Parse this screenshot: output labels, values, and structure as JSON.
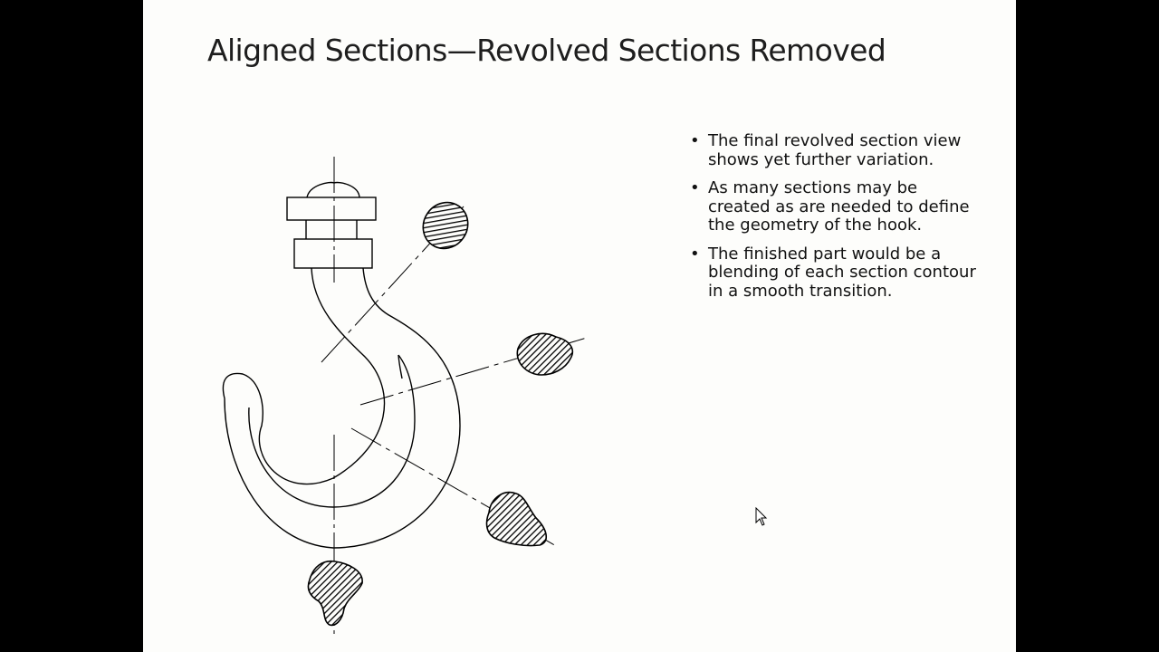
{
  "slide": {
    "title": "Aligned Sections—Revolved Sections Removed",
    "bullets": [
      {
        "symbol": "•",
        "text": "The final revolved section view shows yet further variation."
      },
      {
        "symbol": "•",
        "text": "As many sections may be created as are needed to define the geometry of the hook."
      },
      {
        "symbol": "•",
        "text": "The finished part would be a blending of each section contour in a smooth transition."
      }
    ]
  },
  "figure": {
    "subject": "crane-hook-drawing",
    "removed_sections_count": 4,
    "line_color": "#000000",
    "hatch_color": "#000000"
  },
  "colors": {
    "background": "#000000",
    "slide": "#fdfdfb",
    "text": "#1e1e1e"
  },
  "cursor": {
    "icon": "mouse-pointer-icon"
  }
}
